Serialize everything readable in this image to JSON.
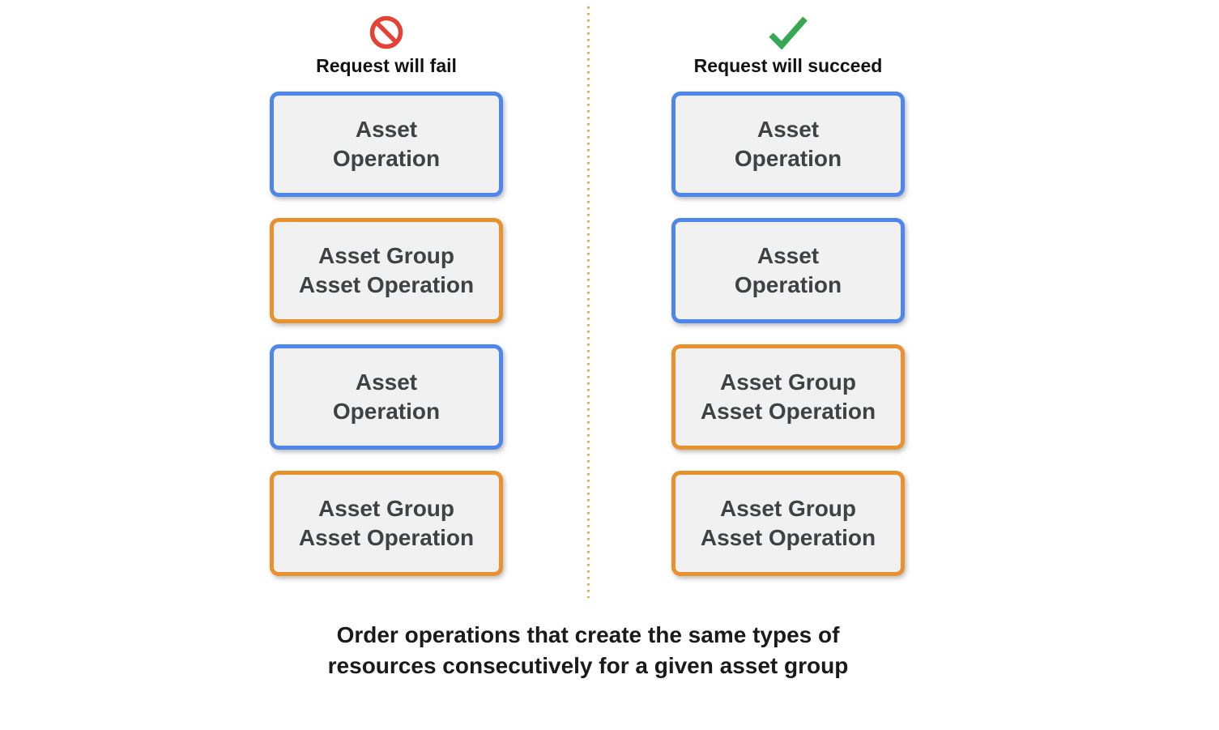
{
  "columns": {
    "fail": {
      "title": "Request will fail",
      "icon": "prohibition",
      "boxes": [
        {
          "type": "asset-operation",
          "line1": "Asset",
          "line2": "Operation"
        },
        {
          "type": "asset-group-asset-operation",
          "line1": "Asset Group",
          "line2": "Asset Operation"
        },
        {
          "type": "asset-operation",
          "line1": "Asset",
          "line2": "Operation"
        },
        {
          "type": "asset-group-asset-operation",
          "line1": "Asset Group",
          "line2": "Asset Operation"
        }
      ]
    },
    "succeed": {
      "title": "Request will succeed",
      "icon": "checkmark",
      "boxes": [
        {
          "type": "asset-operation",
          "line1": "Asset",
          "line2": "Operation"
        },
        {
          "type": "asset-operation",
          "line1": "Asset",
          "line2": "Operation"
        },
        {
          "type": "asset-group-asset-operation",
          "line1": "Asset Group",
          "line2": "Asset Operation"
        },
        {
          "type": "asset-group-asset-operation",
          "line1": "Asset Group",
          "line2": "Asset Operation"
        }
      ]
    }
  },
  "caption": {
    "line1": "Order operations that create the same types of",
    "line2": "resources consecutively for a given asset group"
  },
  "colors": {
    "asset_operation_border_blue": "#4E86EC",
    "asset_group_border_orange": "#E8912D",
    "box_fill_gray": "#F1F1F1",
    "box_text_gray": "#3F4245",
    "fail_icon_red": "#E34234",
    "succeed_icon_green": "#34A853",
    "divider_dotted_orange": "#F0A34C"
  }
}
